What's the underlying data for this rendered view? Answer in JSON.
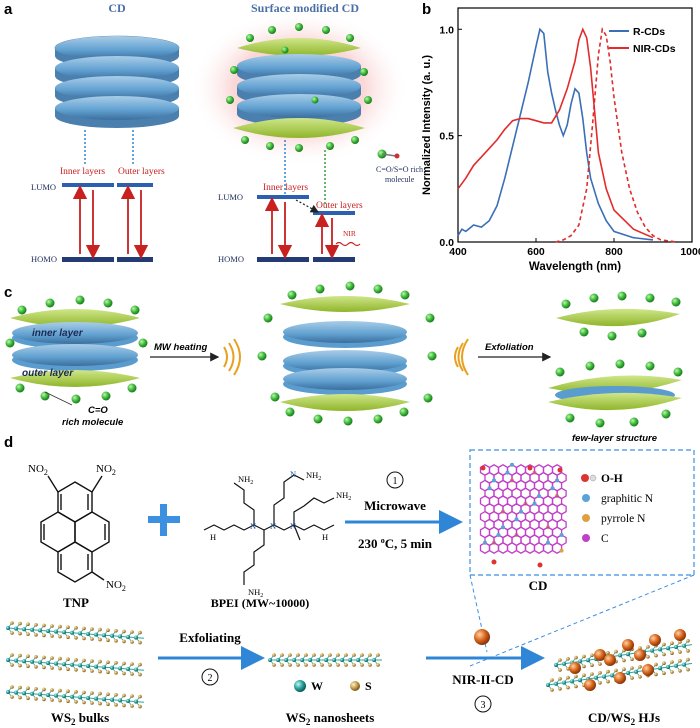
{
  "panel_a": {
    "letter": "a",
    "title_left": "CD",
    "title_right": "Surface modified CD",
    "lumo": "LUMO",
    "homo": "HOMO",
    "inner_layers": "Inner layers",
    "outer_layers": "Outer layers",
    "molecule_label_1": "C=O/S=O rich",
    "molecule_label_2": "molecule",
    "nir": "NIR"
  },
  "panel_b": {
    "letter": "b",
    "chart_data": {
      "type": "line",
      "xlabel": "Wavelength (nm)",
      "ylabel": "Normalized Intensity (a. u.)",
      "xlim": [
        400,
        1000
      ],
      "ylim": [
        0,
        1.1
      ],
      "xticks": [
        "400",
        "600",
        "800",
        "1000"
      ],
      "yticks": [
        "0.0",
        "0.5",
        "1.0"
      ],
      "legend_position": "top-right",
      "series": [
        {
          "name": "R-CDs",
          "color": "#3a6fb8",
          "style": "solid",
          "x": [
            400,
            410,
            420,
            440,
            460,
            480,
            500,
            520,
            540,
            560,
            580,
            600,
            610,
            620,
            630,
            640,
            650,
            660,
            670,
            680,
            690,
            700,
            710,
            720,
            730,
            740,
            760,
            780,
            800,
            850,
            900
          ],
          "y": [
            0.03,
            0.06,
            0.05,
            0.08,
            0.07,
            0.1,
            0.17,
            0.3,
            0.45,
            0.6,
            0.75,
            0.92,
            1.0,
            0.98,
            0.8,
            0.7,
            0.62,
            0.55,
            0.5,
            0.55,
            0.65,
            0.72,
            0.7,
            0.58,
            0.42,
            0.3,
            0.18,
            0.1,
            0.05,
            0.02,
            0.01
          ]
        },
        {
          "name": "NIR-CDs",
          "color": "#e22b2b",
          "style": "solid",
          "x": [
            400,
            420,
            440,
            460,
            480,
            500,
            520,
            540,
            560,
            580,
            600,
            620,
            640,
            660,
            680,
            700,
            710,
            720,
            730,
            740,
            750,
            760,
            780,
            800,
            850,
            900
          ],
          "y": [
            0.25,
            0.3,
            0.36,
            0.4,
            0.44,
            0.48,
            0.53,
            0.57,
            0.58,
            0.58,
            0.57,
            0.56,
            0.56,
            0.62,
            0.72,
            0.85,
            0.95,
            1.0,
            0.96,
            0.82,
            0.62,
            0.42,
            0.25,
            0.15,
            0.06,
            0.02
          ]
        },
        {
          "name": "",
          "color": "#e22b2b",
          "style": "dashed",
          "x": [
            650,
            670,
            690,
            710,
            730,
            745,
            760,
            770,
            780,
            790,
            800,
            820,
            840,
            860,
            880,
            900,
            920,
            940,
            960
          ],
          "y": [
            0.0,
            0.01,
            0.03,
            0.08,
            0.25,
            0.55,
            0.88,
            1.0,
            0.97,
            0.85,
            0.68,
            0.42,
            0.25,
            0.14,
            0.07,
            0.03,
            0.01,
            0.005,
            0.0
          ]
        }
      ]
    }
  },
  "panel_c": {
    "letter": "c",
    "inner_layer": "inner layer",
    "outer_layer": "outer layer",
    "molecule_1": "C=O",
    "molecule_2": "rich  molecule",
    "mw_heating": "MW heating",
    "exfoliation": "Exfoliation",
    "few_layer": "few-layer structure"
  },
  "panel_d": {
    "letter": "d",
    "tnp": "TNP",
    "no2": "NO",
    "no2_sub": "2",
    "nh2": "NH",
    "nh2_sub": "2",
    "n": "N",
    "h": "H",
    "bpei": "BPEI (MW~10000)",
    "step1": "1",
    "microwave": "Microwave",
    "condition": "230 ",
    "condition_sup": "o",
    "condition_tail": "C, 5 min",
    "cd": "CD",
    "legend_oh": "O-H",
    "legend_graphitic": "graphitic N",
    "legend_pyrrole": "pyrrole N",
    "legend_c": "C",
    "ws2_bulks": "WS",
    "ws2_bulks_sub": "2",
    "ws2_bulks_tail": " bulks",
    "exfoliating": "Exfoliating",
    "step2": "2",
    "legend_w": "W",
    "legend_s": "S",
    "ws2_nanosheets": "WS",
    "ws2_nanosheets_sub": "2",
    "ws2_nanosheets_tail": " nanosheets",
    "nir_ii_cd": "NIR-II-CD",
    "step3": "3",
    "hjs": "CD/WS",
    "hjs_sub": "2",
    "hjs_tail": " HJs"
  }
}
